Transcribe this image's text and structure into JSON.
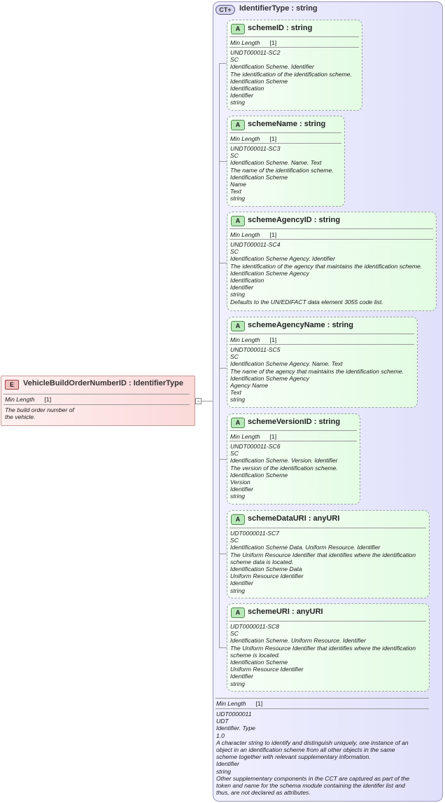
{
  "complex_type": {
    "badge": "CT",
    "badge_symbol": "+",
    "title": "IdentifierType : string",
    "facet_label": "Min Length",
    "facet_card": "[1]",
    "doc_lines": [
      "UDT0000011",
      "UDT",
      "Identifier. Type",
      "1.0",
      "A character string to identify and distinguish uniquely, one instance of an",
      "object in an identification scheme from all other objects in the same",
      "scheme together with relevant supplementary information.",
      "Identifier",
      "string",
      "Other supplementary components in the CCT are captured as part of the",
      "token and name for the schema module containing the identifer list and",
      "thus, are not declared as attributes."
    ]
  },
  "attributes": [
    {
      "badge": "A",
      "title": "schemeID : string",
      "facet_label": "Min Length",
      "facet_card": "[1]",
      "doc_lines": [
        "UNDT000011-SC2",
        "SC",
        "Identification Scheme. Identifier",
        "The identification of the identification scheme.",
        "Identification Scheme",
        "Identification",
        "Identifier",
        "string"
      ]
    },
    {
      "badge": "A",
      "title": "schemeName : string",
      "facet_label": "Min Length",
      "facet_card": "[1]",
      "doc_lines": [
        "UNDT000011-SC3",
        "SC",
        "Identification Scheme. Name. Text",
        "The name of the identification scheme.",
        "Identification Scheme",
        "Name",
        "Text",
        "string"
      ]
    },
    {
      "badge": "A",
      "title": "schemeAgencyID : string",
      "facet_label": "Min Length",
      "facet_card": "[1]",
      "doc_lines": [
        "UNDT000011-SC4",
        "SC",
        "Identification Scheme Agency. Identifier",
        "The identification of the agency that maintains the identification scheme.",
        "Identification Scheme Agency",
        "Identification",
        "Identifier",
        "string",
        "Defaults to the UN/EDIFACT data element 3055 code list."
      ]
    },
    {
      "badge": "A",
      "title": "schemeAgencyName : string",
      "facet_label": "Min Length",
      "facet_card": "[1]",
      "doc_lines": [
        "UNDT000011-SC5",
        "SC",
        "Identification Scheme Agency. Name. Text",
        "The name of the agency that maintains the identification scheme.",
        "Identification Scheme Agency",
        "Agency Name",
        "Text",
        "string"
      ]
    },
    {
      "badge": "A",
      "title": "schemeVersionID : string",
      "facet_label": "Min Length",
      "facet_card": "[1]",
      "doc_lines": [
        "UNDT000011-SC6",
        "SC",
        "Identification Scheme. Version. Identifier",
        "The version of the identification scheme.",
        "Identification Scheme",
        "Version",
        "Identifier",
        "string"
      ]
    },
    {
      "badge": "A",
      "title": "schemeDataURI : anyURI",
      "doc_lines": [
        "UDT0000011-SC7",
        "SC",
        "Identification Scheme Data. Uniform Resource. Identifier",
        "The Uniform Resource Identifier that identifies where the identification",
        "scheme data is located.",
        "Identification Scheme Data",
        "Uniform Resource Identifier",
        "Identifier",
        "string"
      ]
    },
    {
      "badge": "A",
      "title": "schemeURI : anyURI",
      "doc_lines": [
        "UDT0000011-SC8",
        "SC",
        "Identification Scheme. Uniform Resource. Identifier",
        "The Uniform Resource Identifier that identifies where the identification",
        "scheme is located.",
        "Identification Scheme",
        "Uniform Resource Identifier",
        "Identifier",
        "string"
      ]
    }
  ],
  "element": {
    "badge": "E",
    "title": "VehicleBuildOrderNumberID : IdentifierType",
    "facet_label": "Min Length",
    "facet_card": "[1]",
    "doc_lines": [
      "The build order number of",
      "the vehicle."
    ]
  }
}
